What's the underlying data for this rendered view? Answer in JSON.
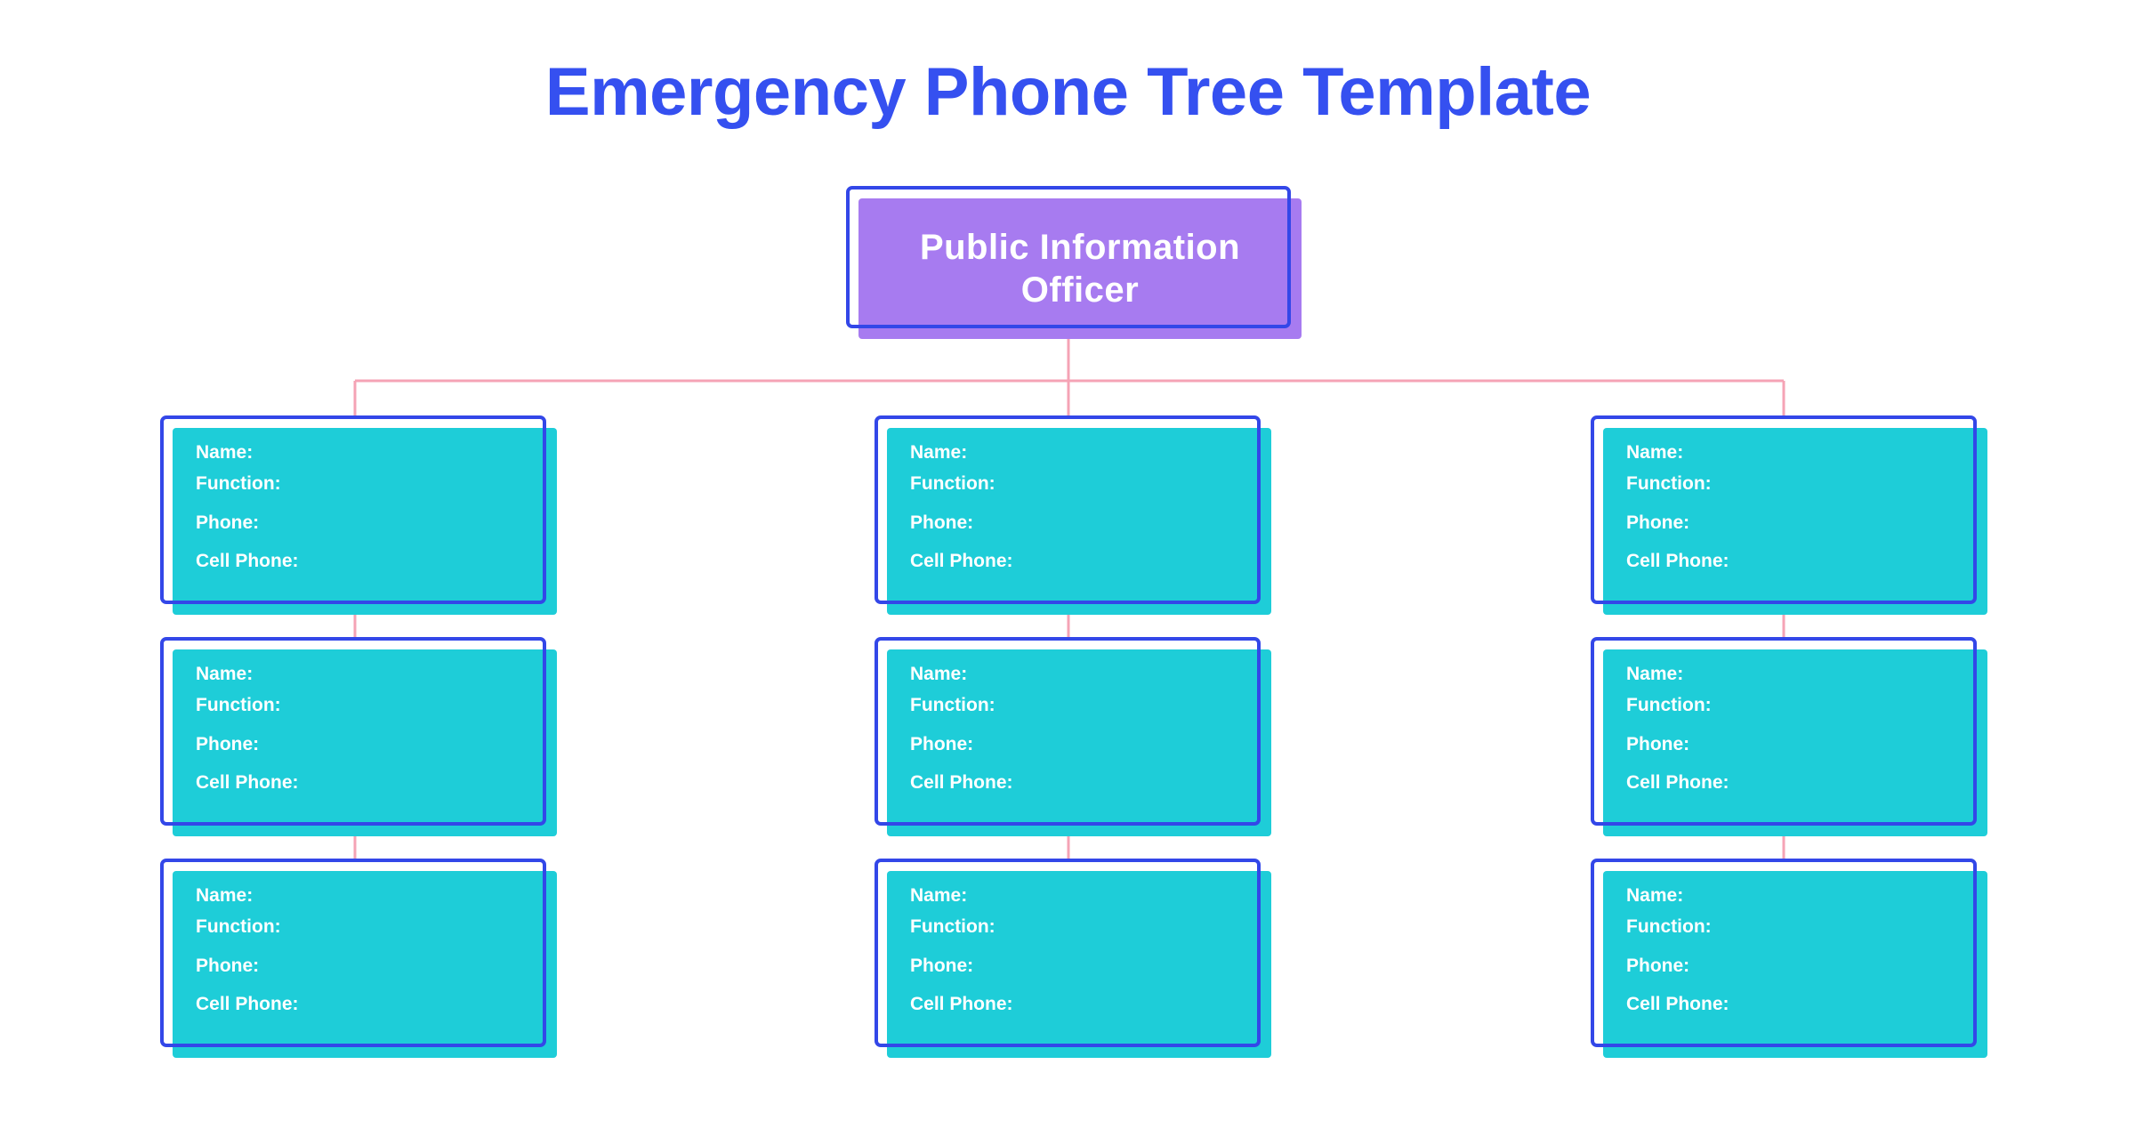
{
  "title": "Emergency Phone Tree Template",
  "root": {
    "label": "Public Information\nOfficer"
  },
  "colors": {
    "title": "#3550f0",
    "root_fill": "#a77bf0",
    "card_fill": "#1ecdd8",
    "outline": "#3347e8",
    "connector": "#f5a3b5"
  },
  "columns": [
    {
      "cards": [
        {
          "name_label": "Name:",
          "function_label": "Function:",
          "phone_label": "Phone:",
          "cell_phone_label": "Cell Phone:"
        },
        {
          "name_label": "Name:",
          "function_label": "Function:",
          "phone_label": "Phone:",
          "cell_phone_label": "Cell Phone:"
        },
        {
          "name_label": "Name:",
          "function_label": "Function:",
          "phone_label": "Phone:",
          "cell_phone_label": "Cell Phone:"
        }
      ]
    },
    {
      "cards": [
        {
          "name_label": "Name:",
          "function_label": "Function:",
          "phone_label": "Phone:",
          "cell_phone_label": "Cell Phone:"
        },
        {
          "name_label": "Name:",
          "function_label": "Function:",
          "phone_label": "Phone:",
          "cell_phone_label": "Cell Phone:"
        },
        {
          "name_label": "Name:",
          "function_label": "Function:",
          "phone_label": "Phone:",
          "cell_phone_label": "Cell Phone:"
        }
      ]
    },
    {
      "cards": [
        {
          "name_label": "Name:",
          "function_label": "Function:",
          "phone_label": "Phone:",
          "cell_phone_label": "Cell Phone:"
        },
        {
          "name_label": "Name:",
          "function_label": "Function:",
          "phone_label": "Phone:",
          "cell_phone_label": "Cell Phone:"
        },
        {
          "name_label": "Name:",
          "function_label": "Function:",
          "phone_label": "Phone:",
          "cell_phone_label": "Cell Phone:"
        }
      ]
    }
  ]
}
